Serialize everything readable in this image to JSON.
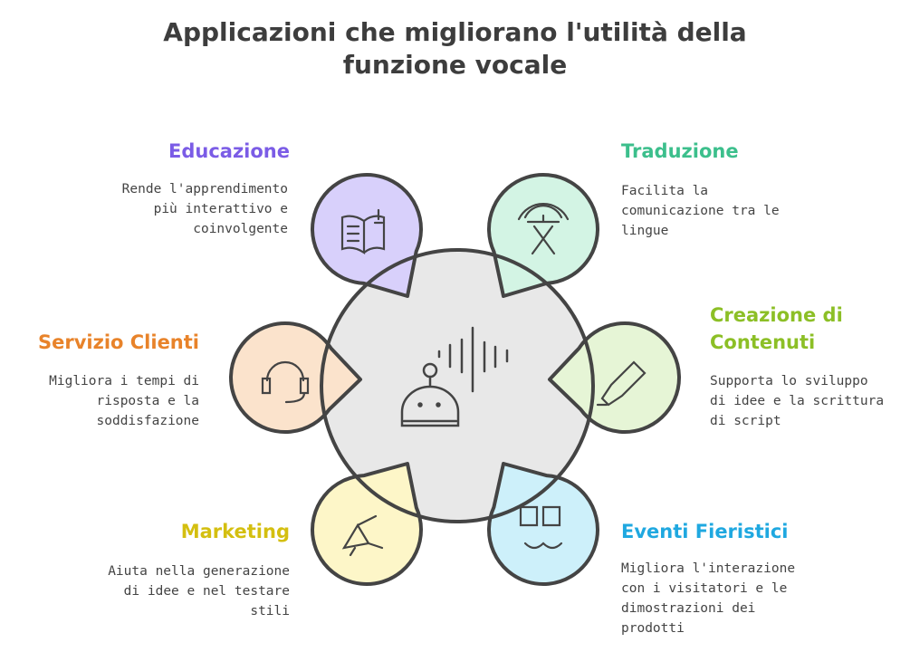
{
  "title_line1": "Applicazioni che migliorano l'utilità della",
  "title_line2": "funzione vocale",
  "center_icon": "robot-voice-icon",
  "items": [
    {
      "title": "Educazione",
      "desc": "Rende l'apprendimento più interattivo e coinvolgente",
      "color": "#7b5ce6",
      "fill": "#d8d0fb",
      "icon": "book-lightbulb-icon"
    },
    {
      "title": "Traduzione",
      "desc": "Facilita la comunicazione tra le lingue",
      "color": "#3cbf8c",
      "fill": "#d3f4e4",
      "icon": "translate-icon"
    },
    {
      "title": "Creazione di Contenuti",
      "desc": "Supporta lo sviluppo di idee e la scrittura di script",
      "color": "#8cbf26",
      "fill": "#e6f5d6",
      "icon": "highlighter-icon"
    },
    {
      "title": "Servizio Clienti",
      "desc": "Migliora i tempi di risposta e la soddisfazione",
      "color": "#e8832a",
      "fill": "#fbe3cc",
      "icon": "headset-icon"
    },
    {
      "title": "Marketing",
      "desc": "Aiuta nella generazione di idee e nel testare stili",
      "color": "#d4bf10",
      "fill": "#fdf6c8",
      "icon": "megaphone-icon"
    },
    {
      "title": "Eventi Fieristici",
      "desc": "Migliora l'interazione con i visitatori e le dimostrazioni dei prodotti",
      "color": "#1fa8e0",
      "fill": "#cdf0fa",
      "icon": "booth-icon"
    }
  ]
}
